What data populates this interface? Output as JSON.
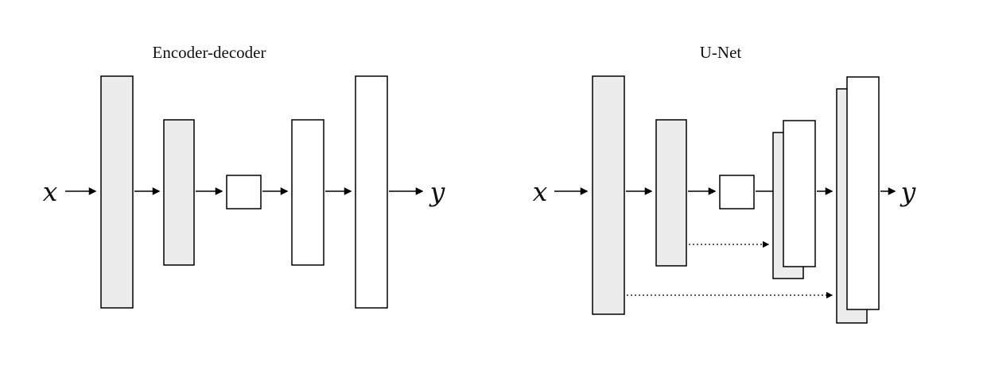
{
  "figure": {
    "background": "#ffffff",
    "stroke_color": "#000000",
    "encoder_fill": "#ececec",
    "decoder_fill": "#ffffff"
  },
  "encoder_decoder": {
    "title": "Encoder-decoder",
    "input_label": "x",
    "output_label": "y",
    "layers": [
      "input-tall-shaded",
      "encoder-medium-shaded",
      "bottleneck-small",
      "decoder-medium",
      "output-tall"
    ]
  },
  "unet": {
    "title": "U-Net",
    "input_label": "x",
    "output_label": "y",
    "layers": [
      "input-tall-shaded",
      "encoder-medium-shaded",
      "bottleneck-small",
      "decoder-medium-concat-pair",
      "output-tall-concat-pair"
    ],
    "skip_connections": [
      "encoder-medium-to-decoder-medium-dotted",
      "input-tall-to-output-tall-dotted"
    ]
  }
}
